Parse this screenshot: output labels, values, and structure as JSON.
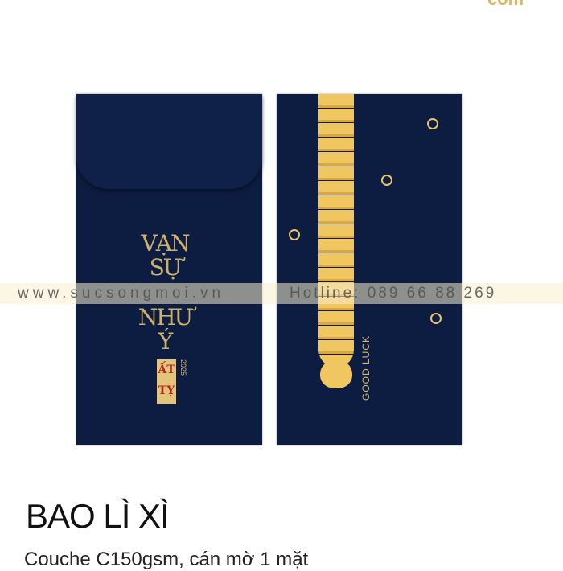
{
  "product": {
    "name": "BAO LÌ XÌ",
    "spec": "Couche C150gsm, cán mờ 1 mặt"
  },
  "front": {
    "art_text": [
      "VẠN",
      "SỰ",
      "NHƯ",
      "Ý"
    ],
    "seal": "ẤT TỴ",
    "year": "2025"
  },
  "back": {
    "text": "GOOD LUCK"
  },
  "watermark": {
    "website": "www.sucsongmoi.vn",
    "hotline": "Hotline: 089 66 88 269"
  },
  "brand_fragment": "com",
  "colors": {
    "envelope": "#0d1d42",
    "gold": "#d9b76a"
  }
}
